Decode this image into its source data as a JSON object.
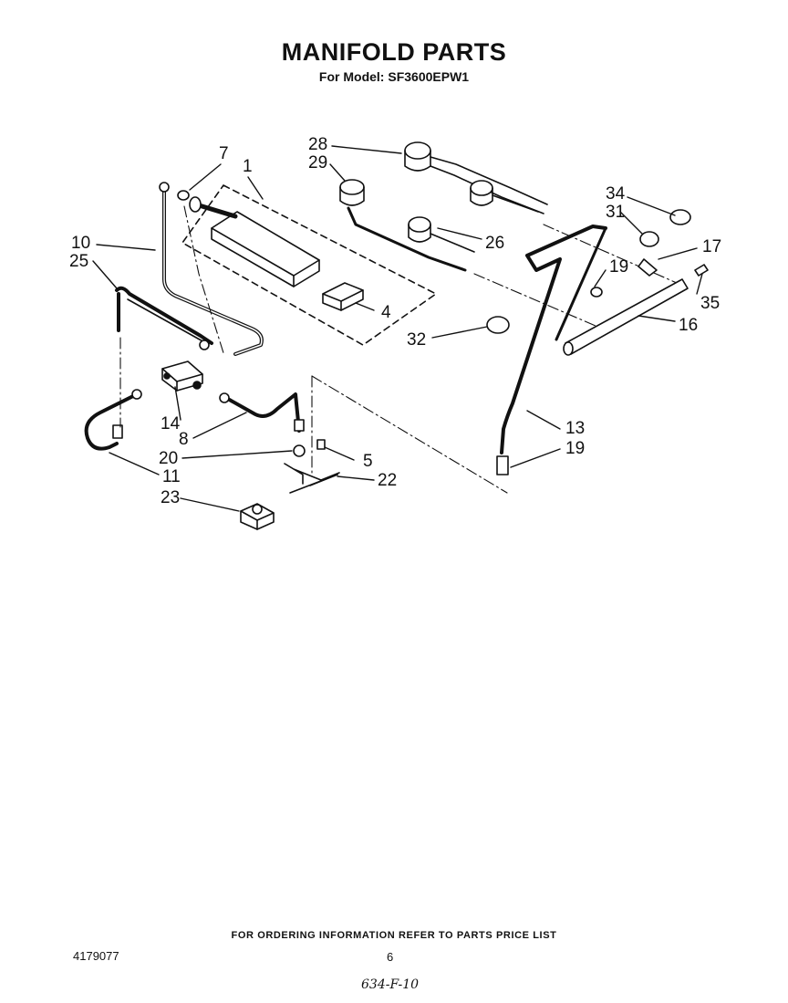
{
  "header": {
    "title": "MANIFOLD PARTS",
    "subtitle": "For Model: SF3600EPW1"
  },
  "callouts": {
    "p1": "1",
    "p4": "4",
    "p5": "5",
    "p7": "7",
    "p8": "8",
    "p10": "10",
    "p11": "11",
    "p13": "13",
    "p14": "14",
    "p16": "16",
    "p17": "17",
    "p19a": "19",
    "p19b": "19",
    "p20": "20",
    "p22": "22",
    "p23": "23",
    "p25": "25",
    "p26": "26",
    "p28": "28",
    "p29": "29",
    "p31": "31",
    "p32": "32",
    "p34": "34",
    "p35": "35"
  },
  "footer": {
    "note": "FOR ORDERING INFORMATION REFER TO PARTS PRICE LIST",
    "doc_number": "4179077",
    "page_number": "6",
    "handwritten": "634-F-10"
  }
}
